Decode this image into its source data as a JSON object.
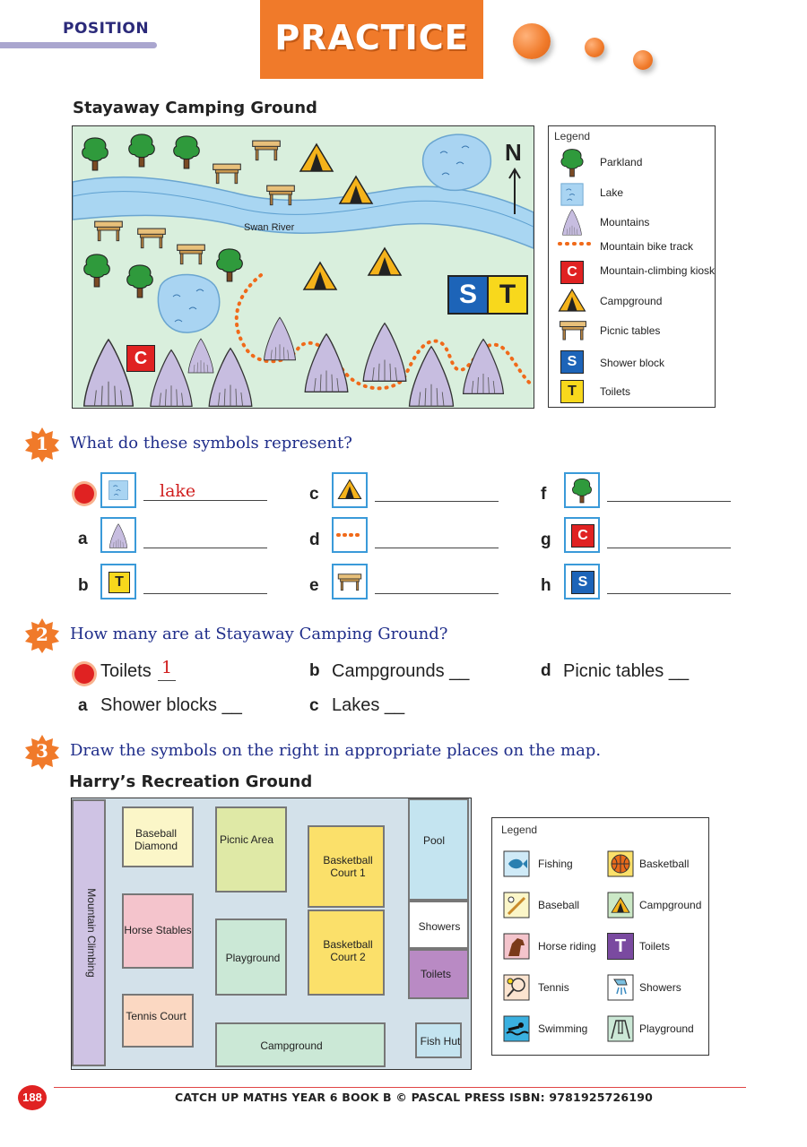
{
  "header": {
    "section": "POSITION",
    "banner": "PRACTICE"
  },
  "map1": {
    "title": "Stayaway Camping Ground",
    "river_label": "Swan River",
    "north_label": "N",
    "legend": {
      "title": "Legend",
      "items": [
        {
          "icon": "tree-icon",
          "label": "Parkland"
        },
        {
          "icon": "lake-icon",
          "label": "Lake"
        },
        {
          "icon": "mountain-icon",
          "label": "Mountains"
        },
        {
          "icon": "dotted-track-icon",
          "label": "Mountain bike track"
        },
        {
          "icon": "c-kiosk-icon",
          "label": "Mountain-climbing kiosk"
        },
        {
          "icon": "tent-icon",
          "label": "Campground"
        },
        {
          "icon": "picnic-table-icon",
          "label": "Picnic tables"
        },
        {
          "icon": "s-shower-icon",
          "label": "Shower block"
        },
        {
          "icon": "t-toilet-icon",
          "label": "Toilets"
        }
      ]
    },
    "map_letters": {
      "c": "C",
      "s": "S",
      "t": "T"
    }
  },
  "q1": {
    "number": "1",
    "text": "What do these symbols represent?",
    "example_answer": "lake",
    "rows": [
      {
        "label": "a",
        "icon": "mountain-icon"
      },
      {
        "label": "b",
        "icon": "t-toilet-icon",
        "letter": "T"
      },
      {
        "label": "c",
        "icon": "tent-icon"
      },
      {
        "label": "d",
        "icon": "dotted-track-icon"
      },
      {
        "label": "e",
        "icon": "picnic-table-icon"
      },
      {
        "label": "f",
        "icon": "tree-icon"
      },
      {
        "label": "g",
        "icon": "c-kiosk-icon",
        "letter": "C"
      },
      {
        "label": "h",
        "icon": "s-shower-icon",
        "letter": "S"
      }
    ]
  },
  "q2": {
    "number": "2",
    "text": "How many are at Stayaway Camping Ground?",
    "example": {
      "text": "Toilets",
      "answer": "1"
    },
    "items": [
      {
        "label": "a",
        "text": "Shower blocks __"
      },
      {
        "label": "b",
        "text": "Campgrounds __"
      },
      {
        "label": "c",
        "text": "Lakes __"
      },
      {
        "label": "d",
        "text": "Picnic tables __"
      }
    ]
  },
  "q3": {
    "number": "3",
    "text": "Draw the symbols on the right in appropriate places on the map.",
    "map_title": "Harry’s Recreation Ground",
    "rooms": {
      "mountain": "Mountain Climbing",
      "baseball": "Baseball Diamond",
      "picnic": "Picnic Area",
      "court1": "Basketball Court 1",
      "court2": "Basketball Court 2",
      "pool": "Pool",
      "showers": "Showers",
      "toilets": "Toilets",
      "horse": "Horse Stables",
      "playground": "Playground",
      "tennis": "Tennis Court",
      "campground": "Campground",
      "fishhut": "Fish Hut"
    },
    "legend": {
      "title": "Legend",
      "items": [
        {
          "icon": "fish-icon",
          "label": "Fishing"
        },
        {
          "icon": "basketball-icon",
          "label": "Basketball"
        },
        {
          "icon": "baseball-icon",
          "label": "Baseball"
        },
        {
          "icon": "tent-icon",
          "label": "Campground"
        },
        {
          "icon": "horse-icon",
          "label": "Horse riding"
        },
        {
          "icon": "toilet-icon",
          "label": "Toilets",
          "letter": "T"
        },
        {
          "icon": "tennis-icon",
          "label": "Tennis"
        },
        {
          "icon": "shower-icon",
          "label": "Showers"
        },
        {
          "icon": "swimmer-icon",
          "label": "Swimming"
        },
        {
          "icon": "swing-icon",
          "label": "Playground"
        }
      ]
    }
  },
  "footer": {
    "page": "188",
    "text": "CATCH UP MATHS YEAR 6 BOOK B   © PASCAL PRESS   ISBN: 9781925726190"
  },
  "colors": {
    "accent": "#f07a2a",
    "question_blue": "#1f2d8a",
    "answer_red": "#d01f1f",
    "box_border": "#3a9ad9"
  }
}
